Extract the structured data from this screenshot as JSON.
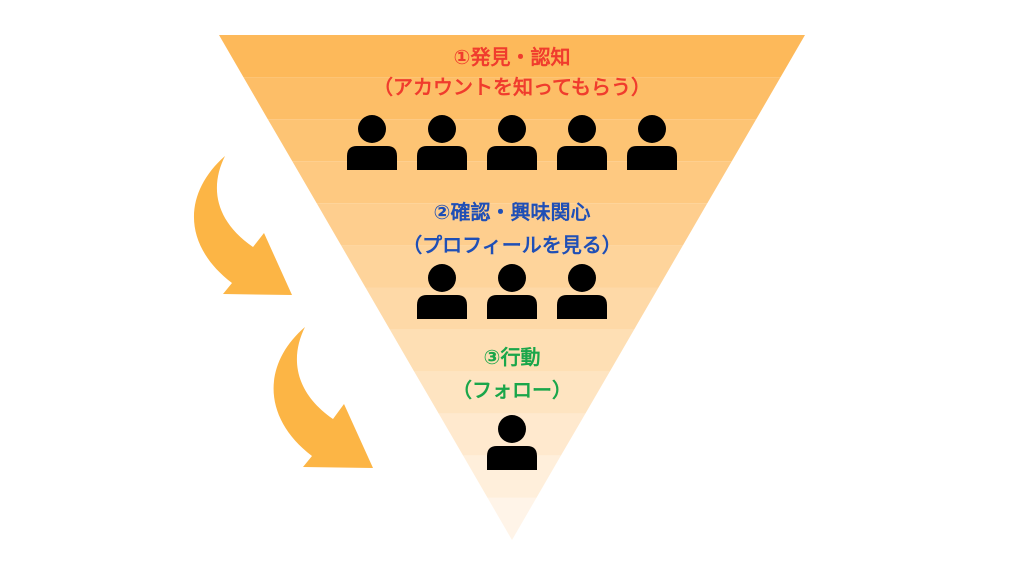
{
  "stages": [
    {
      "title": "①発見・認知",
      "subtitle": "（アカウントを知ってもらう）",
      "color": "#f03c2d",
      "people": 5
    },
    {
      "title": "②確認・興味関心",
      "subtitle": "（プロフィールを見る）",
      "color": "#1f4fb6",
      "people": 3
    },
    {
      "title": "③行動",
      "subtitle": "（フォロー）",
      "color": "#1aa64a",
      "people": 1
    }
  ],
  "colors": {
    "band_top": "#fdb95a",
    "band_bottom": "#fff4e8",
    "arrow": "#fcb545",
    "person": "#000000"
  },
  "icons": {
    "person": "person-icon",
    "arrow": "curved-arrow-icon"
  }
}
